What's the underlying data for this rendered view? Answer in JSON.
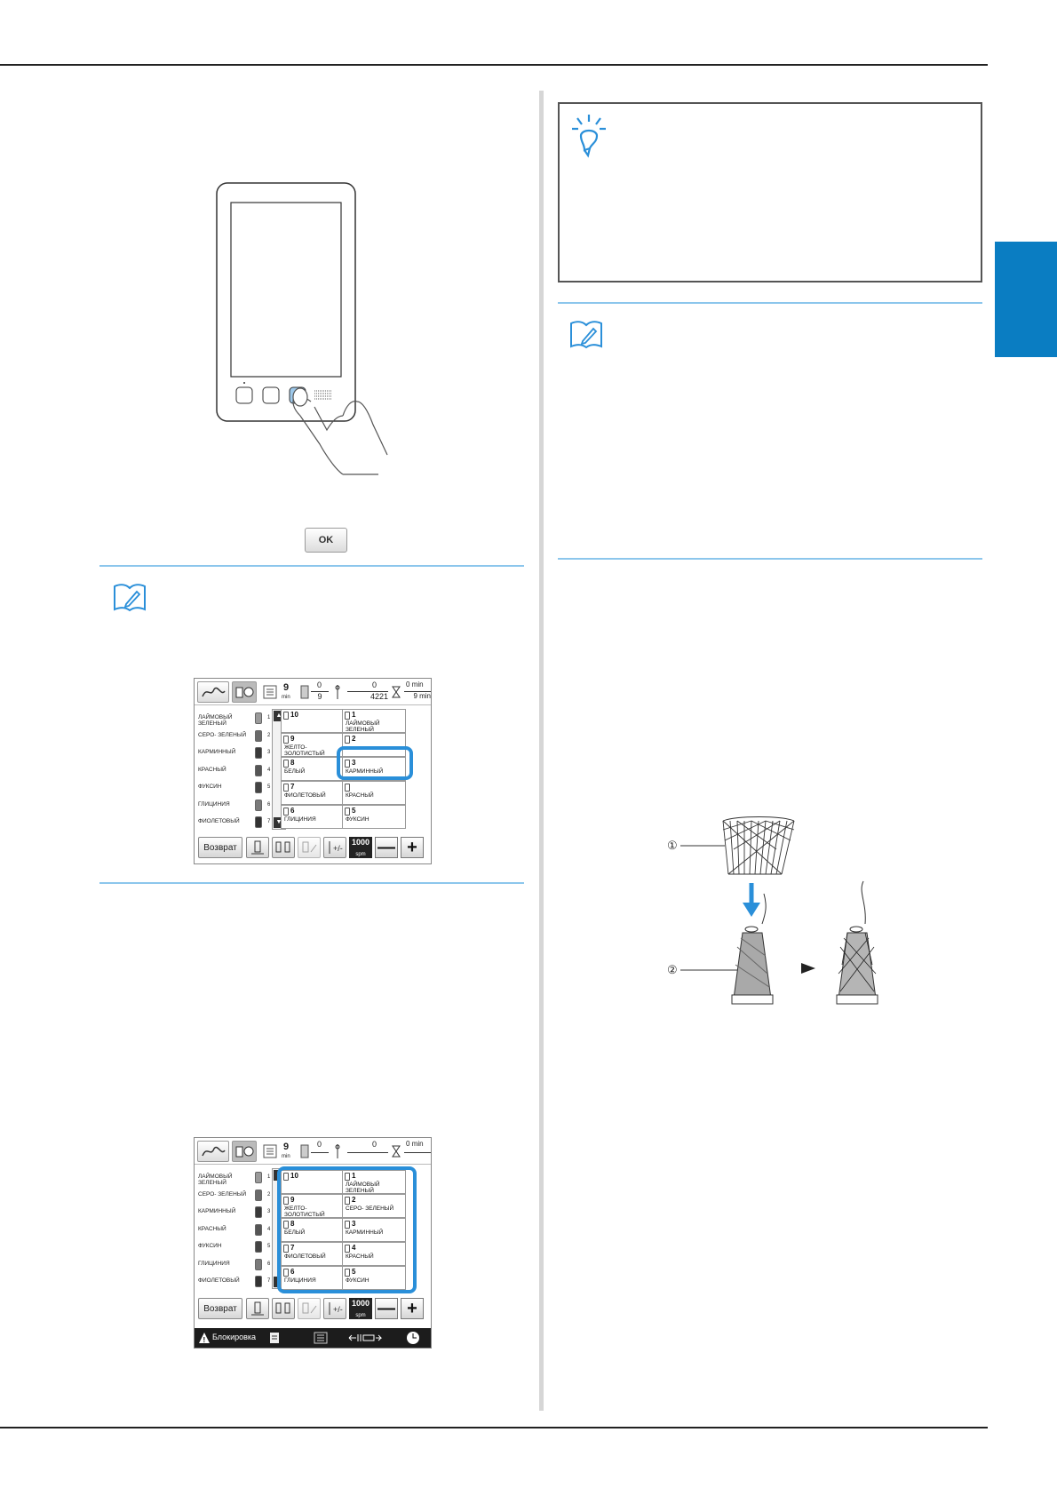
{
  "page": {
    "ok_button_label": "OK"
  },
  "screen1": {
    "needle_count": "9",
    "needle_unit": "min",
    "stitch_top": "0",
    "stitch_bottom": "9",
    "counter_top": "0",
    "counter_bottom": "4221",
    "time_top": "0 min",
    "time_bottom": "9 min",
    "thread_list": [
      {
        "name": "ЛАЙМОВЫЙ ЗЕЛЕНЫЙ",
        "num": "1",
        "color": "#9a9a9a"
      },
      {
        "name": "СЕРО- ЗЕЛЕНЫЙ",
        "num": "2",
        "color": "#6a6a6a"
      },
      {
        "name": "КАРМИННЫЙ",
        "num": "3",
        "color": "#3a3a3a"
      },
      {
        "name": "КРАСНЫЙ",
        "num": "4",
        "color": "#555555"
      },
      {
        "name": "ФУКСИН",
        "num": "5",
        "color": "#444444"
      },
      {
        "name": "ГЛИЦИНИЯ",
        "num": "6",
        "color": "#7a7a7a"
      },
      {
        "name": "ФИОЛЕТОВЫЙ",
        "num": "7",
        "color": "#333333"
      }
    ],
    "grid_left": [
      {
        "num": "10",
        "name": ""
      },
      {
        "num": "9",
        "name": "ЖЕЛТО- ЗОЛОТИСТЫЙ"
      },
      {
        "num": "8",
        "name": "БЕЛЫЙ"
      },
      {
        "num": "7",
        "name": "ФИОЛЕТОВЫЙ"
      },
      {
        "num": "6",
        "name": "ГЛИЦИНИЯ"
      }
    ],
    "grid_right": [
      {
        "num": "1",
        "name": "ЛАЙМОВЫЙ ЗЕЛЕНЫЙ"
      },
      {
        "num": "2",
        "name": ""
      },
      {
        "num": "3",
        "name": "КАРМИННЫЙ"
      },
      {
        "num": "",
        "name": "КРАСНЫЙ"
      },
      {
        "num": "5",
        "name": "ФУКСИН"
      }
    ],
    "back_label": "Возврат",
    "speed_value": "1000",
    "speed_unit": "spm",
    "minus_label": "—",
    "plus_label": "+"
  },
  "screen2": {
    "needle_count": "9",
    "needle_unit": "min",
    "stitch_top": "0",
    "counter_top": "0",
    "time_top": "0 min",
    "thread_list": [
      {
        "name": "ЛАЙМОВЫЙ ЗЕЛЕНЫЙ",
        "num": "1",
        "color": "#9a9a9a"
      },
      {
        "name": "СЕРО- ЗЕЛЕНЫЙ",
        "num": "2",
        "color": "#6a6a6a"
      },
      {
        "name": "КАРМИННЫЙ",
        "num": "3",
        "color": "#3a3a3a"
      },
      {
        "name": "КРАСНЫЙ",
        "num": "4",
        "color": "#555555"
      },
      {
        "name": "ФУКСИН",
        "num": "5",
        "color": "#444444"
      },
      {
        "name": "ГЛИЦИНИЯ",
        "num": "6",
        "color": "#7a7a7a"
      },
      {
        "name": "ФИОЛЕТОВЫЙ",
        "num": "7",
        "color": "#333333"
      }
    ],
    "grid_left": [
      {
        "num": "10",
        "name": ""
      },
      {
        "num": "9",
        "name": "ЖЕЛТО- ЗОЛОТИСТЫЙ"
      },
      {
        "num": "8",
        "name": "БЕЛЫЙ"
      },
      {
        "num": "7",
        "name": "ФИОЛЕТОВЫЙ"
      },
      {
        "num": "6",
        "name": "ГЛИЦИНИЯ"
      }
    ],
    "grid_right": [
      {
        "num": "1",
        "name": "ЛАЙМОВЫЙ ЗЕЛЕНЫЙ"
      },
      {
        "num": "2",
        "name": "СЕРО- ЗЕЛЕНЫЙ"
      },
      {
        "num": "3",
        "name": "КАРМИННЫЙ"
      },
      {
        "num": "4",
        "name": "КРАСНЫЙ"
      },
      {
        "num": "5",
        "name": "ФУКСИН"
      }
    ],
    "back_label": "Возврат",
    "speed_value": "1000",
    "speed_unit": "spm",
    "minus_label": "—",
    "plus_label": "+",
    "status_lock_label": "Блокировка"
  },
  "spool_figure": {
    "callout_1": "①",
    "callout_2": "②"
  },
  "colors": {
    "accent_blue": "#2a8fd9",
    "side_tab": "#0a7dc2",
    "rule_blue": "#8cc6ec"
  }
}
